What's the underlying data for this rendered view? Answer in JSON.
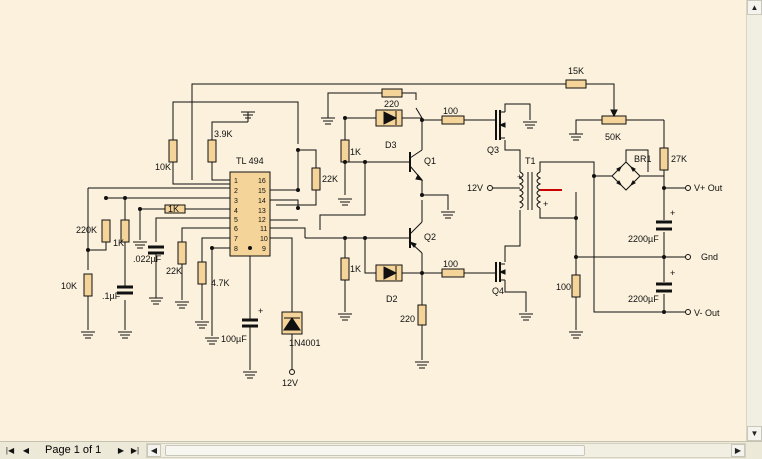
{
  "viewer": {
    "page_label": "Page 1 of 1",
    "nav_first": "|◀",
    "nav_prev": "◀",
    "nav_next": "▶",
    "nav_last": "▶|",
    "scroll_left": "◀",
    "scroll_right": "▶",
    "scroll_up": "▲",
    "scroll_down": "▼"
  },
  "schematic": {
    "ic_name": "TL 494",
    "ic_pins_left": [
      "1",
      "2",
      "3",
      "4",
      "5",
      "6",
      "7",
      "8"
    ],
    "ic_pins_right": [
      "16",
      "15",
      "14",
      "13",
      "12",
      "11",
      "10",
      "9"
    ],
    "components": {
      "r_15k": "15K",
      "pot_50k": "50K",
      "r_220_top": "220",
      "r_100_top": "100",
      "r_39k": "3.9K",
      "r_10k_top": "10K",
      "r_22k_right": "22K",
      "d3": "D3",
      "q1": "Q1",
      "q3": "Q3",
      "t1": "T1",
      "br1": "BR1",
      "r_27k": "27K",
      "r_1k_q": "1K",
      "v12_in": "12V",
      "v_pos_out": "V+ Out",
      "r_220k": "220K",
      "r_1k_left": "1K",
      "r_1k_mid": "1K",
      "c_022": ".022µF",
      "r_22k_low": "22K",
      "c_1uf": ".1µF",
      "r_10k_low": "10K",
      "r_47k": "4.7K",
      "c_100uf": "100µF",
      "diode_1n4001": "1N4001",
      "v12_bottom": "12V",
      "q2": "Q2",
      "r_1k_q2": "1K",
      "d2": "D2",
      "r_100_low": "100",
      "q4": "Q4",
      "r_220_low": "220",
      "r_100_right": "100",
      "c_2200_top": "2200µF",
      "gnd": "Gnd",
      "c_2200_bot": "2200µF",
      "v_neg_out": "V- Out",
      "plus": "+"
    }
  },
  "colors": {
    "background": "#fbf1dc",
    "component_fill": "#f5d49a",
    "wire": "#111111",
    "highlight": "#cc0000"
  }
}
